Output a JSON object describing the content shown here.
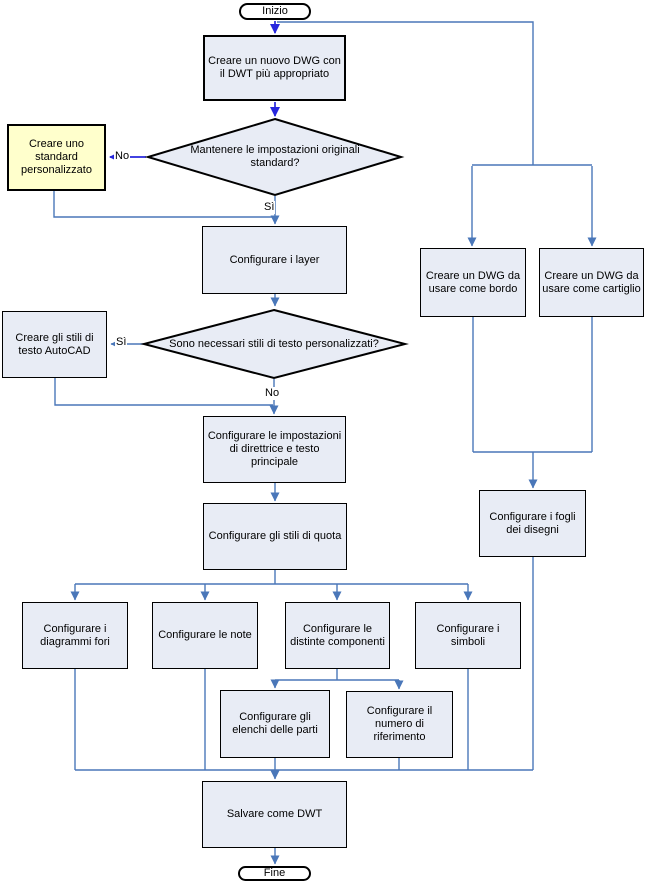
{
  "colors": {
    "background": "#ffffff",
    "node_fill": "#e8ecf5",
    "highlight_fill": "#ffffcc",
    "node_border": "#000000",
    "connector": "#4a77b9",
    "accent_arrow": "#2727dd"
  },
  "nodes": {
    "start": {
      "label": "Inizio"
    },
    "create_dwg": {
      "label": "Creare un nuovo DWG con il DWT più appropriato"
    },
    "keep_settings": {
      "label": "Mantenere le impostazioni originali standard?"
    },
    "custom_standard": {
      "label": "Creare uno standard personalizzato"
    },
    "configure_layers": {
      "label": "Configurare i layer"
    },
    "need_text_styles": {
      "label": "Sono necessari stili di testo personalizzati?"
    },
    "create_text_styles": {
      "label": "Creare gli stili di testo AutoCAD"
    },
    "leader_settings": {
      "label": "Configurare le impostazioni di direttrice e testo principale"
    },
    "dimension_styles": {
      "label": "Configurare gli stili di quota"
    },
    "hole_charts": {
      "label": "Configurare i diagrammi fori"
    },
    "notes": {
      "label": "Configurare le note"
    },
    "component_lists": {
      "label": "Configurare le distinte componenti"
    },
    "symbols": {
      "label": "Configurare i simboli"
    },
    "parts_lists": {
      "label": "Configurare gli elenchi delle parti"
    },
    "reference_number": {
      "label": "Configurare il numero di riferimento"
    },
    "border_dwg": {
      "label": "Creare un DWG da usare come bordo"
    },
    "titleblock_dwg": {
      "label": "Creare un DWG da usare come cartiglio"
    },
    "sheet_setup": {
      "label": "Configurare i fogli dei disegni"
    },
    "save_dwt": {
      "label": "Salvare come DWT"
    },
    "end": {
      "label": "Fine"
    }
  },
  "edge_labels": {
    "decision1_no": "No",
    "decision1_yes": "Sì",
    "decision2_yes": "Sì",
    "decision2_no": "No"
  }
}
